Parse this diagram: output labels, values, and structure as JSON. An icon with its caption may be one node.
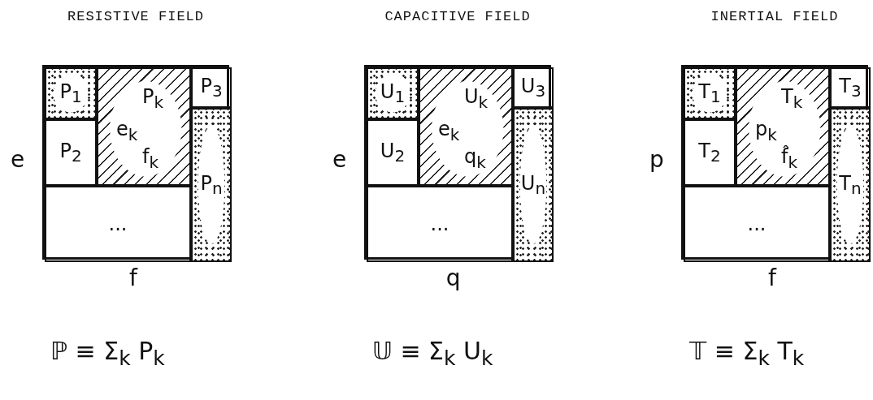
{
  "diagram": {
    "nodes": [
      {
        "text": [
          "RESISTIVE FIELD"
        ],
        "beside": [
          "e",
          "f"
        ]
      },
      {
        "text": [
          "P$_{1}$"
        ],
        "in": 0
      },
      {
        "text": [
          "P$_{k}$",
          "e$_{k}$",
          "f$_{k}$"
        ],
        "in": 0
      },
      {
        "text": [
          "P$_{3}$"
        ],
        "in": 0
      },
      {
        "text": [
          "P$_{2}$"
        ],
        "in": 0
      },
      {
        "text": [
          "P$_{n}$"
        ],
        "in": 0
      },
      {
        "text": [
          "..."
        ],
        "in": 0
      },
      {
        "text": [
          "CAPACITIVE FIELD"
        ],
        "beside": [
          "e",
          "q"
        ]
      },
      {
        "text": [
          "U$_{1}$"
        ],
        "in": 7
      },
      {
        "text": [
          "U$_{k}$",
          "e$_{k}$",
          "q$_{k}$"
        ],
        "in": 7
      },
      {
        "text": [
          "U$_{3}$"
        ],
        "in": 7
      },
      {
        "text": [
          "U$_{2}$"
        ],
        "in": 7
      },
      {
        "text": [
          "U$_{n}$"
        ],
        "in": 7
      },
      {
        "text": [
          "..."
        ],
        "in": 7
      },
      {
        "text": [
          "INERTIAL FIELD"
        ],
        "beside": [
          "p",
          "f"
        ]
      },
      {
        "text": [
          "T$_{1}$"
        ],
        "in": 14
      },
      {
        "text": [
          "T$_{k}$",
          "p$_{k}$",
          "f̂$_{k}$"
        ],
        "in": 14
      },
      {
        "text": [
          "T$_{3}$"
        ],
        "in": 14
      },
      {
        "text": [
          "T$_{2}$"
        ],
        "in": 14
      },
      {
        "text": [
          "T$_{n}$"
        ],
        "in": 14
      },
      {
        "text": [
          "..."
        ],
        "in": 14
      }
    ],
    "labels": [
      "ℙ ≡ Σ$_{k}$ P$_{k}$",
      "𝕌 ≡ Σ$_{k}$ U$_{k}$",
      "𝕋 ≡ Σ$_{k}$ T$_{k}$"
    ]
  }
}
